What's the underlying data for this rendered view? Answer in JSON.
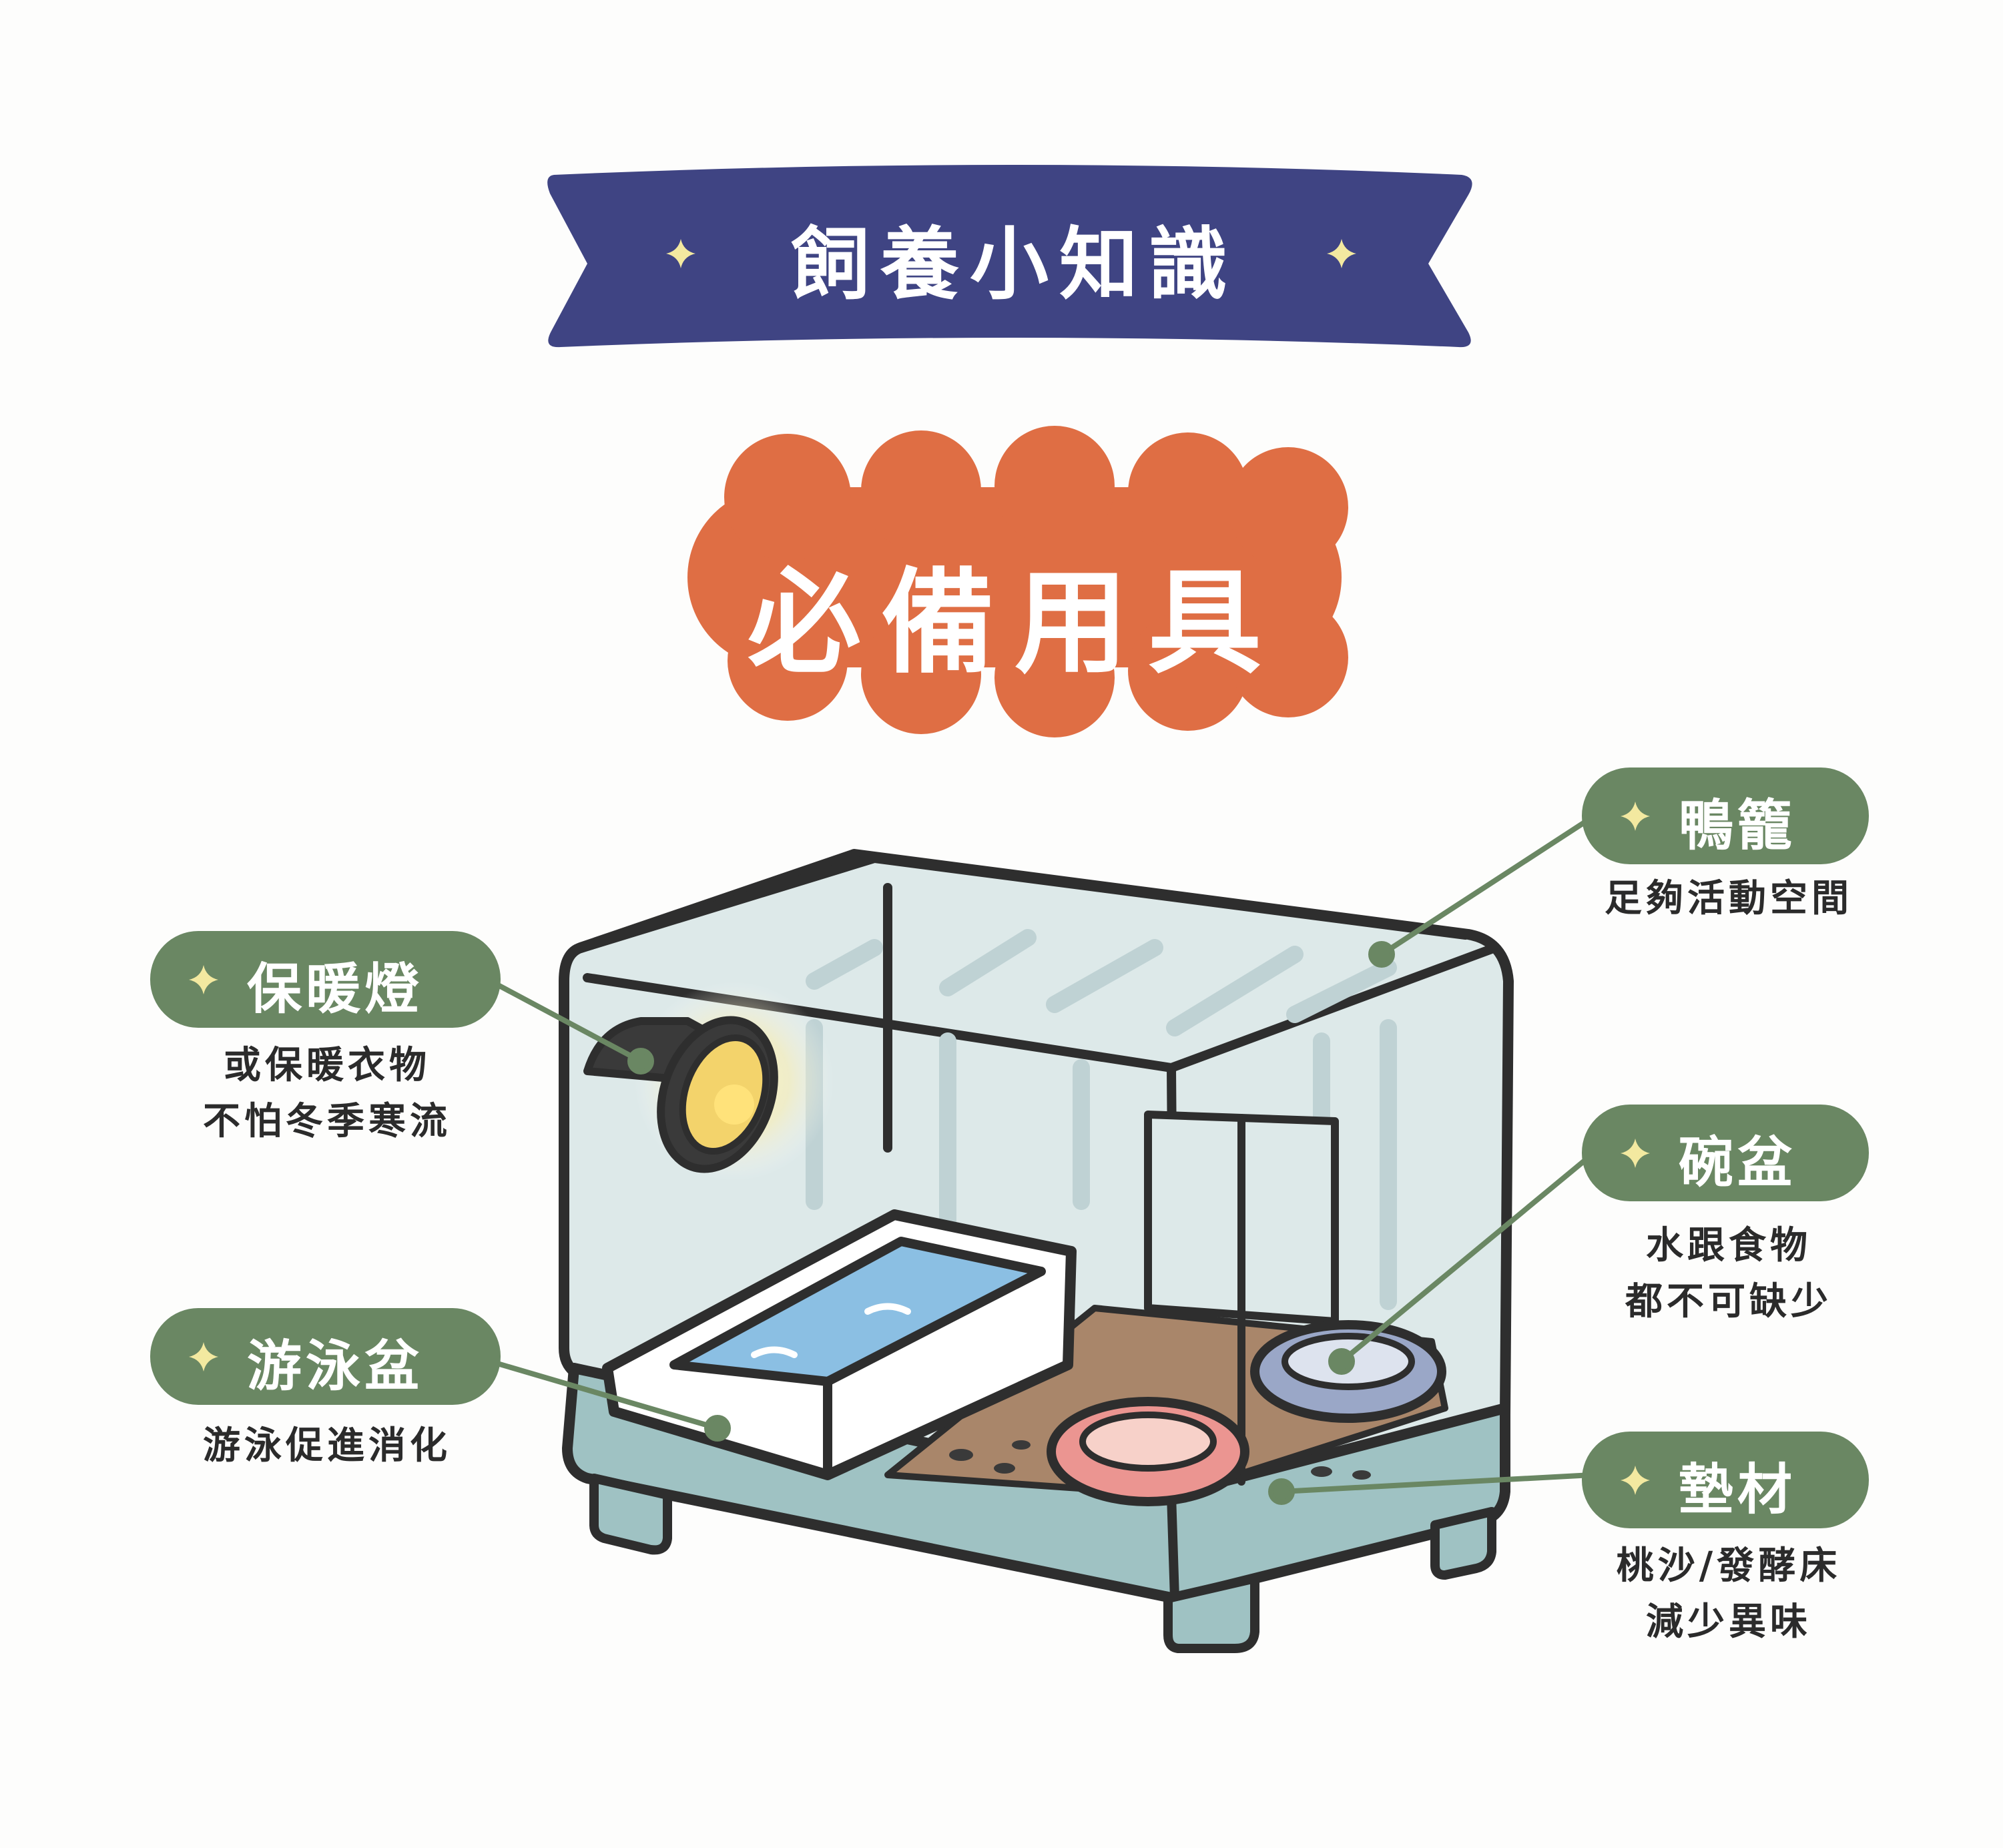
{
  "banner": {
    "title": "飼養小知識"
  },
  "section": {
    "title": "必備用具"
  },
  "callouts": {
    "lamp": {
      "label": "保暖燈",
      "lines": [
        "或保暖衣物",
        "不怕冬季寒流"
      ]
    },
    "pool": {
      "label": "游泳盆",
      "lines": [
        "游泳促進消化"
      ]
    },
    "cage": {
      "label": "鴨籠",
      "lines": [
        "足夠活動空間"
      ]
    },
    "bowl": {
      "label": "碗盆",
      "lines": [
        "水跟食物",
        "都不可缺少"
      ]
    },
    "substrate": {
      "label": "墊材",
      "lines": [
        "桃沙/發酵床",
        "減少異味"
      ]
    }
  },
  "colors": {
    "banner": "#3f4483",
    "title_badge": "#df6e44",
    "callout": "#6a8763",
    "star": "#f3e9a0",
    "outline": "#2e2e2e",
    "cage_glass": "#dde9e9",
    "cage_base": "#9fc2c3",
    "water": "#8bbfe3",
    "sand": "#a9866a",
    "bowl_pink": "#eb9591",
    "bowl_blue": "#9aa7c7",
    "lamp_glow": "#f3d36b"
  },
  "icons": [
    "sparkle-star-icon",
    "heat-lamp-icon",
    "swimming-tub-icon",
    "food-bowl-icon",
    "duck-cage-icon"
  ]
}
